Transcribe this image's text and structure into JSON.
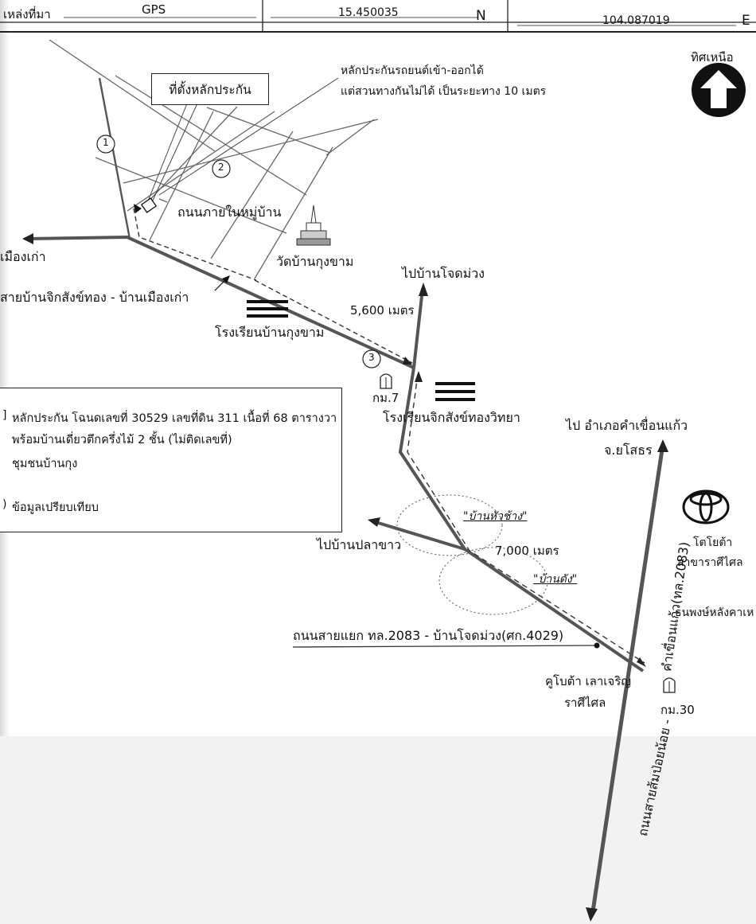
{
  "header": {
    "label": "เหล่งที่มา",
    "gps": "GPS",
    "lat": "15.450035",
    "lat_dir": "N",
    "lon": "104.087019",
    "lon_dir": "E"
  },
  "north": {
    "label": "ทิศเหนือ"
  },
  "map": {
    "bubble_label": "ที่ตั้งหลักประกัน",
    "access_note_1": "หลักประกันรถยนต์เข้า-ออกได้",
    "access_note_2": "แต่สวนทางกันไม่ได้ เป็นระยะทาง 10 เมตร",
    "marker_1": "1",
    "marker_2": "2",
    "marker_3": "3",
    "village_road": "ถนนภายในหมู่บ้าน",
    "temple": "วัดบ้านกุงขาม",
    "to_old_town": "เมืองเก่า",
    "main_road": "สายบ้านจิกสังข์ทอง - บ้านเมืองเก่า",
    "school_1": "โรงเรียนบ้านกุงขาม",
    "to_jod_muang": "ไปบ้านโจดม่วง",
    "dist_1": "5,600 เมตร",
    "km7": "กม.7",
    "school_2": "โรงเรียนจิกสังข์ทองวิทยา",
    "to_khuean_kaeo": "ไป อำเภอคำเขื่อนแก้ว",
    "province": "จ.ยโสธร",
    "toyota": "โตโยต้า",
    "toyota_branch": "สาขาราศีไศล",
    "ban_hua_chang": "\"บ้านหัวช้าง\"",
    "to_pla_khao": "ไปบ้านปลาขาว",
    "dist_2": "7,000 เมตร",
    "ban_dang": "\"บ้านดัง\"",
    "thanaphong": "ธนพงษ์หลังคาเห",
    "junction_road": "ถนนสายแยก ทล.2083 - บ้านโจดม่วง(ศก.4029)",
    "kubota_1": "คูโบต้า เลาเจริญ",
    "kubota_2": "ราศีไศล",
    "km30": "กม.30",
    "highway_upper": "คำเขื่อนแก้ว(ทล.2083)",
    "highway_lower": "ถนนสายส้มป่อยน้อย -"
  },
  "legend": {
    "line1": "หลักประกัน  โฉนดเลขที่ 30529 เลขที่ดิน 311 เนื้อที่ 68 ตารางวา",
    "line2": "พร้อมบ้านเดี่ยวตึกครึ่งไม้ 2 ชั้น (ไม่ติดเลขที่)",
    "line3": "ชุมชนบ้านกุง",
    "line4": "ข้อมูลเปรียบเทียบ"
  }
}
